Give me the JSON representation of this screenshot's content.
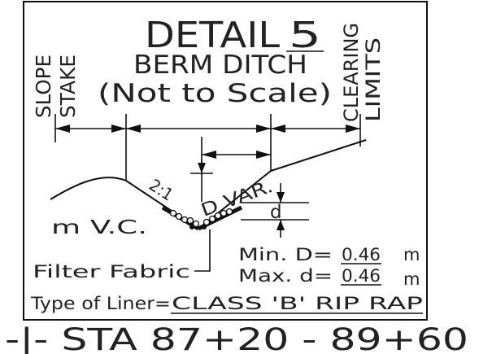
{
  "detail": {
    "title_word": "DETAIL",
    "title_number": "5",
    "subtitle": "BERM DITCH",
    "scale_note": "(Not to Scale)"
  },
  "labels": {
    "slope_stake_line1": "SLOPE",
    "slope_stake_line2": "STAKE",
    "clearing_line1": "CLEARING",
    "clearing_line2": "LIMITS",
    "slope_ratio": "2:1",
    "depth_var": "D VAR.",
    "d_small": "d",
    "soil": "m  V.C.",
    "filter_fabric": "Filter Fabric",
    "min_label": "Min. D=",
    "min_value": "0.46",
    "min_unit": "m",
    "max_label": "Max. d=",
    "max_value": "0.46",
    "max_unit": "m",
    "liner_prefix": "Type of Liner=",
    "liner_value": "CLASS 'B' RIP RAP"
  },
  "station": {
    "text": "-|-  STA  87+20  -  89+60"
  }
}
